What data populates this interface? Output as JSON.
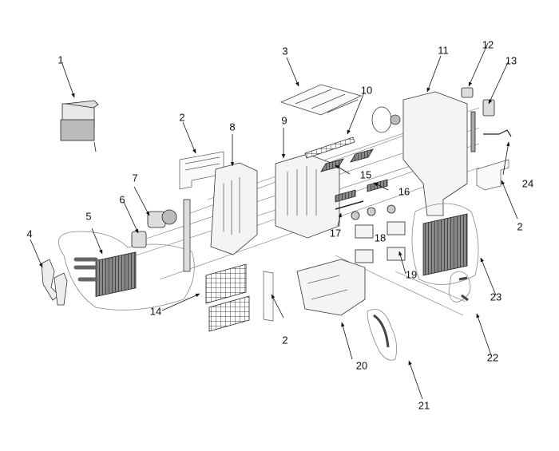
{
  "diagram": {
    "type": "exploded-parts-view",
    "callouts": [
      "1",
      "2",
      "3",
      "4",
      "5",
      "6",
      "7",
      "8",
      "9",
      "10",
      "11",
      "12",
      "13",
      "14",
      "15",
      "16",
      "17",
      "18",
      "19",
      "20",
      "21",
      "22",
      "23",
      "24"
    ],
    "extra_callouts": [
      "2",
      "2"
    ]
  },
  "colors": {
    "line": "#333333",
    "fill": "#f4f4f4",
    "dark": "#555555"
  }
}
